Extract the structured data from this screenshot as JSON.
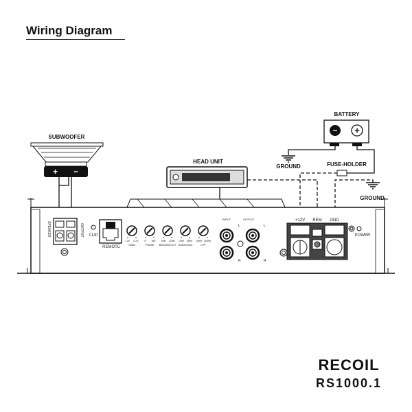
{
  "title": "Wiring Diagram",
  "components": {
    "subwoofer": "SUBWOOFER",
    "head_unit": "HEAD UNIT",
    "battery": "BATTERY",
    "ground_left": "GROUND",
    "fuse_holder": "FUSE-HOLDER",
    "ground_right": "GROUND",
    "plus": "+",
    "minus": "−"
  },
  "amplifier": {
    "speaker_label": "SPEAKER",
    "output_label": "OUTPUT",
    "clip": "CLIP",
    "remote": "REMOTE",
    "knobs": [
      {
        "min": "12V",
        "max": "0.2V",
        "name": "GAIN"
      },
      {
        "min": "0°",
        "max": "180°",
        "name": "PHASE"
      },
      {
        "min": "0dB",
        "max": "12dB",
        "name": "BASSBOOST"
      },
      {
        "min": "10Hz",
        "max": "35Hz",
        "name": "SUBSONIC"
      },
      {
        "min": "50Hz",
        "max": "300Hz",
        "name": "LPF"
      }
    ],
    "rca": {
      "input": "INPUT",
      "output": "OUTPUT",
      "l": "L",
      "r": "R"
    },
    "power_terminals": [
      "+12V",
      "REM",
      "GND"
    ],
    "power_led": "POWER"
  },
  "brand": {
    "logo": "RECOIL",
    "model": "RS1000.1"
  }
}
